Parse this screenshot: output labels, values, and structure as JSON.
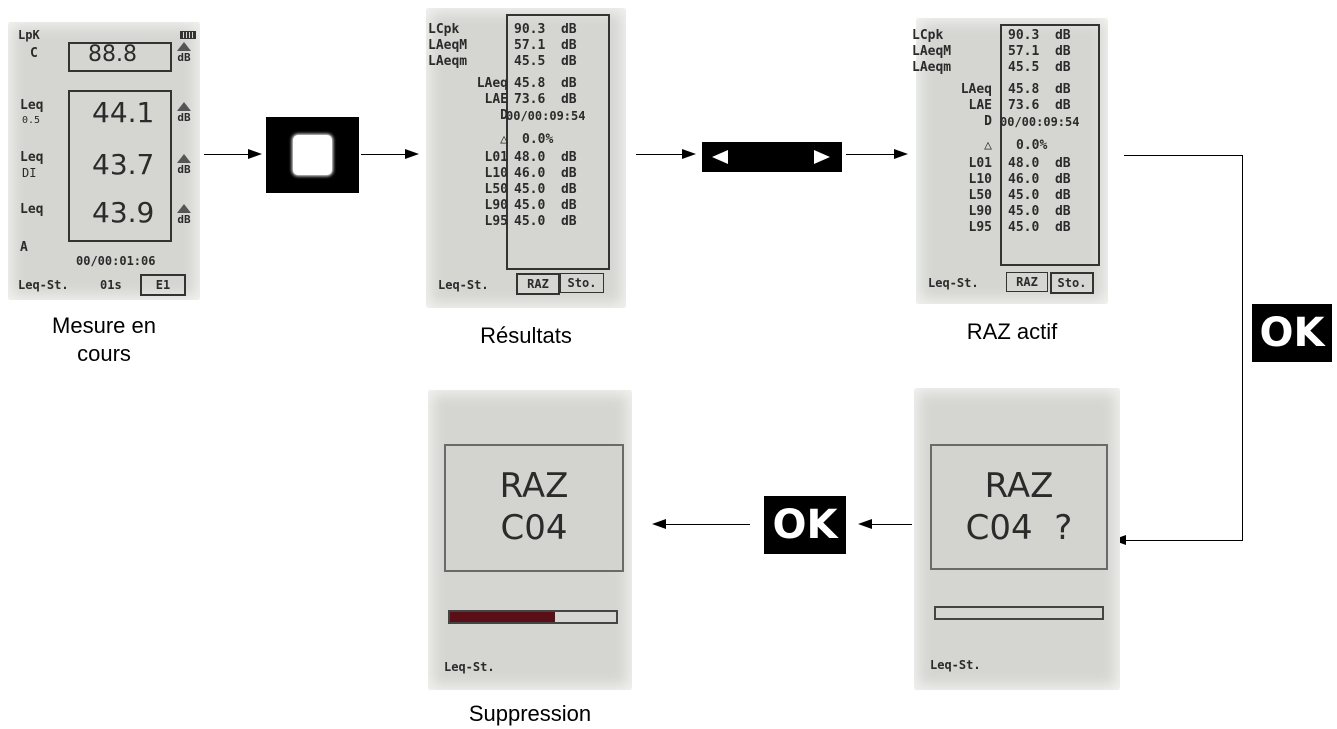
{
  "screens": {
    "mesure": {
      "lpk_label": "LpK",
      "c_label": "C",
      "lpk_value": "88.8",
      "db": "dB",
      "leq05_label": "Leq",
      "leq05_sub": "0.5",
      "leq05_value": "44.1",
      "leqdi_label": "Leq",
      "leqdi_sub": "DI",
      "leqdi_value": "43.7",
      "leq_label": "Leq",
      "a_label": "A",
      "leq_value": "43.9",
      "time": "00/00:01:06",
      "mode": "Leq-St.",
      "interval": "01s",
      "store": "E1"
    },
    "results": {
      "labels": [
        "LCpk",
        "LAeqM",
        "LAeqm",
        "LAeq",
        "LAE",
        "D",
        "△",
        "L01",
        "L10",
        "L50",
        "L90",
        "L95"
      ],
      "values": [
        "90.3  dB",
        "57.1  dB",
        "45.5  dB",
        "45.8  dB",
        "73.6  dB",
        "00/00:09:54",
        "0.0%",
        "48.0  dB",
        "46.0  dB",
        "45.0  dB",
        "45.0  dB",
        "45.0  dB"
      ],
      "mode": "Leq-St.",
      "raz": "RAZ",
      "sto": "Sto."
    },
    "confirm": {
      "line1": "RAZ",
      "line2": "C04  ?",
      "mode": "Leq-St.",
      "progress": 0
    },
    "deleting": {
      "line1": "RAZ",
      "line2": "C04",
      "mode": "Leq-St.",
      "progress": 0.63
    }
  },
  "captions": {
    "mesure": "Mesure en\ncours",
    "results": "Résultats",
    "raz_actif": "RAZ actif",
    "suppression": "Suppression"
  },
  "keys": {
    "ok1": "OK",
    "ok2": "OK",
    "stop_key": "square-button-icon",
    "nav_key": "left-right-arrows-icon"
  },
  "colors": {
    "progress_fill": "#5a0f16"
  }
}
